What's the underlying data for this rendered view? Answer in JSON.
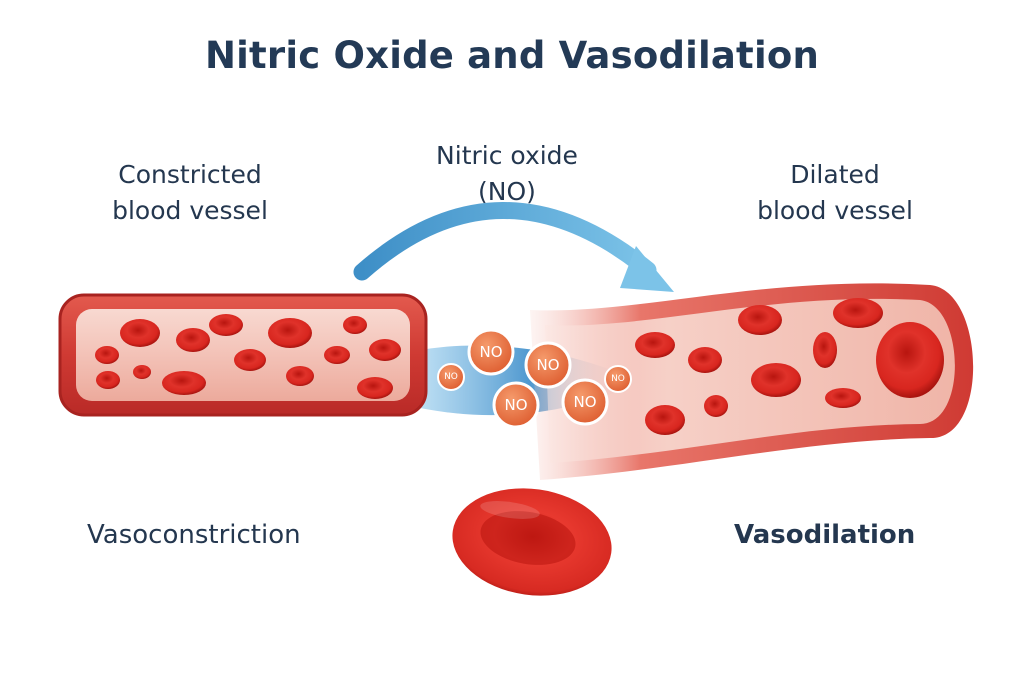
{
  "title": "Nitric Oxide and Vasodilation",
  "labels": {
    "constricted": [
      "Constricted",
      "blood vessel"
    ],
    "nitric_oxide": [
      "Nitric oxide",
      "(NO)"
    ],
    "dilated": [
      "Dilated",
      "blood vessel"
    ]
  },
  "captions": {
    "left": "Vasoconstriction",
    "right": "Vasodilation"
  },
  "molecule_label": "NO",
  "colors": {
    "vessel_wall": "#d9473f",
    "vessel_inner": "#f6cfc6",
    "blood_cell": "#d8261f",
    "no_molecule": "#e86a3a",
    "arrow": "#5fb3de",
    "text": "#24374f"
  }
}
